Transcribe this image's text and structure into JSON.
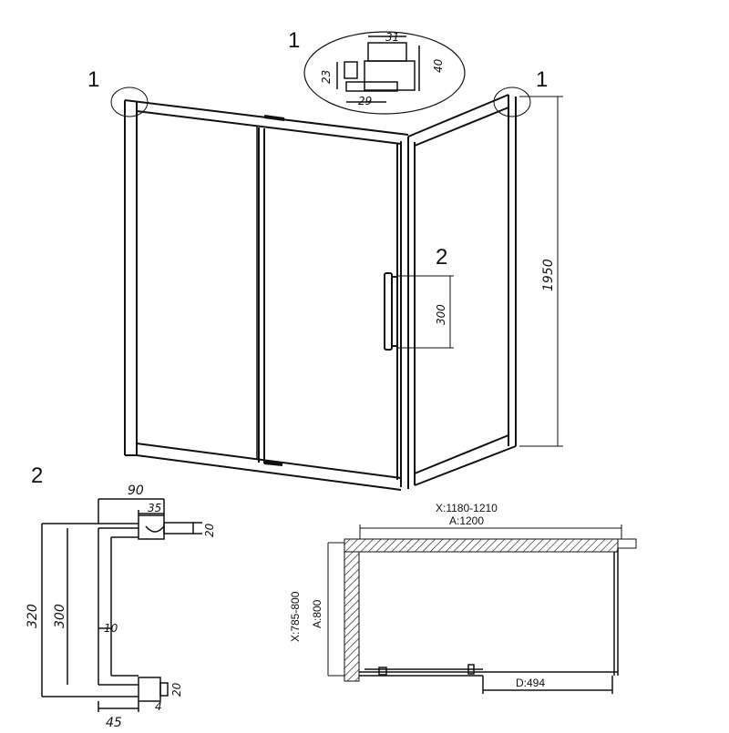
{
  "callouts": {
    "detail_1": "1",
    "frame_left_1": "1",
    "frame_right_1": "1",
    "handle_2": "2",
    "detail_2": "2"
  },
  "profile_detail": {
    "width_top": "31",
    "width_bottom": "29",
    "height_left": "23",
    "height_right": "40"
  },
  "main_dims": {
    "height": "1950",
    "handle_height": "300"
  },
  "handle_detail": {
    "overall_depth": "90",
    "bracket_width": "35",
    "bracket_top": "20",
    "bracket_bottom": "20",
    "overall_length": "320",
    "grip_length": "300",
    "bar_diameter": "10",
    "base_width": "45",
    "screw": "4"
  },
  "plan": {
    "x_width": "X:1180-1210",
    "a_width": "A:1200",
    "x_depth": "X:785-800",
    "a_depth": "A:800",
    "door_opening": "D:494"
  }
}
